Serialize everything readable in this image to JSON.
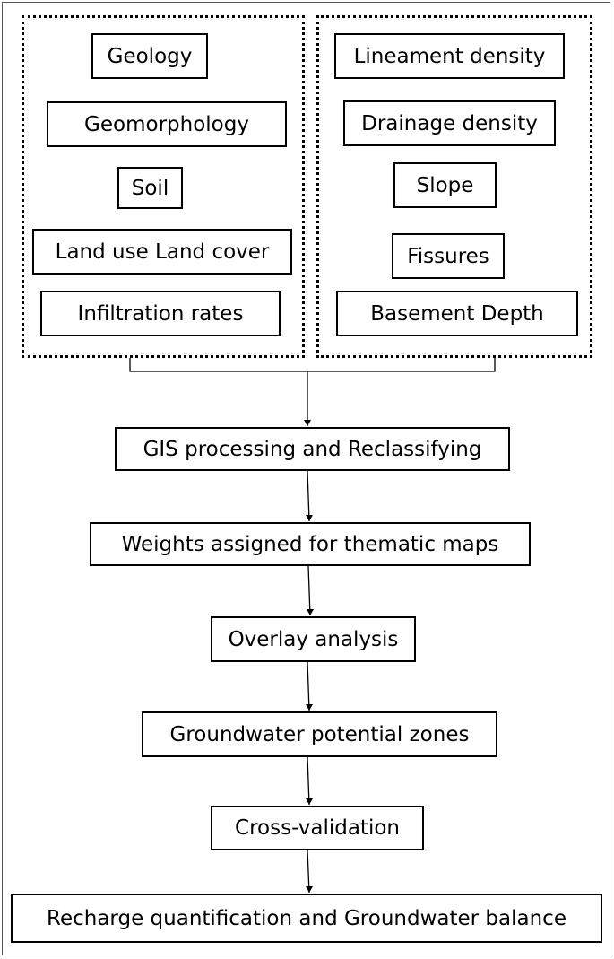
{
  "left_group": {
    "items": [
      "Geology",
      "Geomorphology",
      "Soil",
      "Land use Land cover",
      "Infiltration rates"
    ]
  },
  "right_group": {
    "items": [
      "Lineament density",
      "Drainage density",
      "Slope",
      "Fissures",
      "Basement Depth"
    ]
  },
  "process_steps": [
    "GIS processing and Reclassifying",
    "Weights  assigned for thematic maps",
    "Overlay analysis",
    "Groundwater potential zones",
    "Cross-validation",
    "Recharge quantification and Groundwater balance"
  ]
}
